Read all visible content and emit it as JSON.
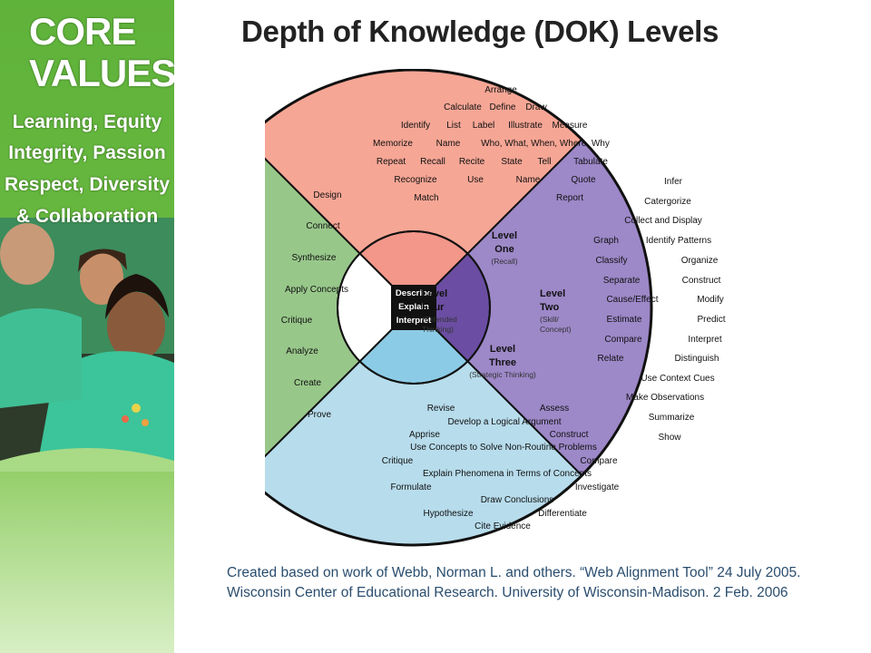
{
  "title": "Depth of Knowledge (DOK) Levels",
  "sidebar": {
    "heading_line1": "CORE",
    "heading_line2": "VALUES",
    "values": [
      "Learning, Equity",
      "Integrity, Passion",
      "Respect, Diversity",
      "& Collaboration"
    ]
  },
  "diagram": {
    "center": [
      "Describe",
      "Explain",
      "Interpret"
    ],
    "levels": [
      {
        "id": "one",
        "name1": "Level",
        "name2": "One",
        "sub": [
          "(Recall)"
        ],
        "color": "#f6a695",
        "inner": "#f2978a",
        "items": [
          "Arrange",
          "Calculate",
          "Define",
          "Draw",
          "Identify",
          "List",
          "Label",
          "Illustrate",
          "Measure",
          "Memorize",
          "Name",
          "Who, What, When, Where, Why",
          "Repeat",
          "Recall",
          "Recite",
          "State",
          "Tell",
          "Tabulate",
          "Recognize",
          "Use",
          "Name",
          "Quote",
          "Match",
          "Report"
        ]
      },
      {
        "id": "two",
        "name1": "Level",
        "name2": "Two",
        "sub": [
          "(Skill/",
          "Concept)"
        ],
        "color": "#9d88c8",
        "inner": "#6b4ea3",
        "items": [
          "Infer",
          "Catergorize",
          "Collect and Display",
          "Graph",
          "Identify Patterns",
          "Classify",
          "Organize",
          "Separate",
          "Construct",
          "Cause/Effect",
          "Modify",
          "Estimate",
          "Predict",
          "Compare",
          "Interpret",
          "Relate",
          "Distinguish",
          "Use Context Cues",
          "Make Observations",
          "Summarize",
          "Show"
        ]
      },
      {
        "id": "three",
        "name1": "Level",
        "name2": "Three",
        "sub": [
          "(Strategic Thinking)"
        ],
        "color": "#b7dcec",
        "inner": "#8ccbe6",
        "items": [
          "Revise",
          "Assess",
          "Develop a Logical Argument",
          "Apprise",
          "Construct",
          "Use Concepts to Solve Non-Routine Problems",
          "Critique",
          "Compare",
          "Explain Phenomena in Terms of Concepts",
          "Formulate",
          "Investigate",
          "Draw Conclusions",
          "Hypothesize",
          "Differentiate",
          "Cite Evidence"
        ]
      },
      {
        "id": "four",
        "name1": "Level",
        "name2": "Four",
        "sub": [
          "(Extended",
          "Thinking)"
        ],
        "color": "#98c78a",
        "inner": "#ffffff",
        "items": [
          "Design",
          "Connect",
          "Synthesize",
          "Apply Concepts",
          "Critique",
          "Analyze",
          "Create",
          "Prove"
        ]
      }
    ]
  },
  "citation": "Created based on  work of Webb, Norman L. and others. “Web Alignment Tool” 24 July 2005. Wisconsin Center of Educational Research. University of Wisconsin-Madison. 2 Feb. 2006"
}
